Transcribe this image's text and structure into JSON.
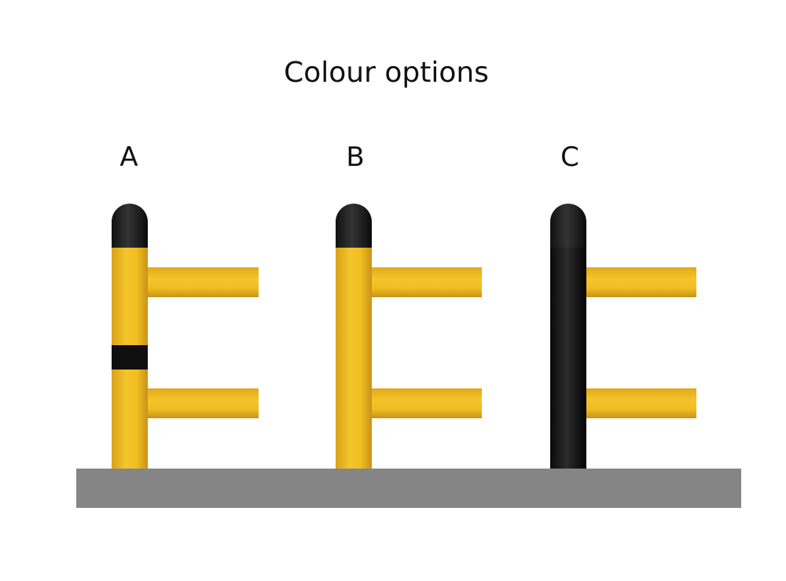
{
  "title": "Colour options",
  "options": [
    {
      "label": "A"
    },
    {
      "label": "B"
    },
    {
      "label": "C"
    }
  ],
  "colors": {
    "yellow": "#f1bd22",
    "black": "#1a1a1a",
    "ground": "#858585"
  }
}
